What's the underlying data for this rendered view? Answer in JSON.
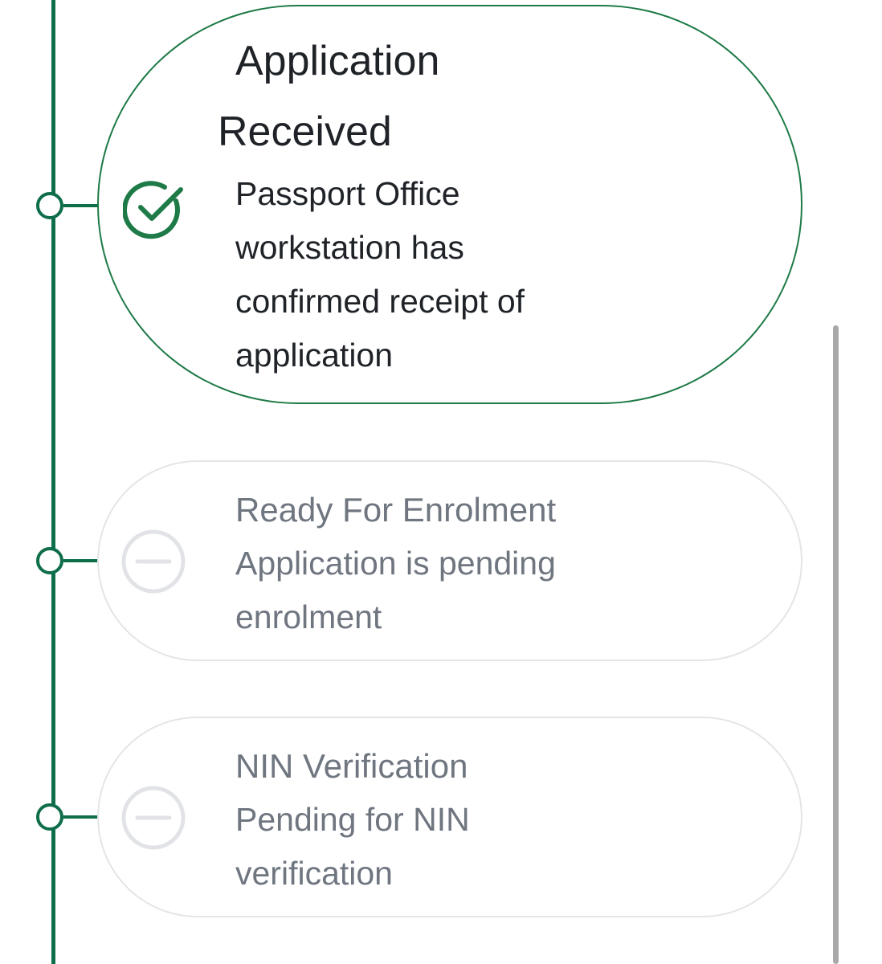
{
  "colors": {
    "accent": "#0e6e4a",
    "done_border": "#1e7a47",
    "pending_border": "#e3e5e8",
    "pending_text": "#6f7680",
    "text": "#1f2328"
  },
  "steps": [
    {
      "title_line1": "Application",
      "title_line2": "Received",
      "description": "Passport Office workstation has confirmed receipt of application",
      "status": "completed",
      "icon": "check-circle-icon"
    },
    {
      "title": "Ready For Enrolment",
      "description": "Application is pending enrolment",
      "status": "pending",
      "icon": "minus-circle-icon"
    },
    {
      "title": "NIN Verification",
      "description": "Pending for NIN verification",
      "status": "pending",
      "icon": "minus-circle-icon"
    }
  ]
}
